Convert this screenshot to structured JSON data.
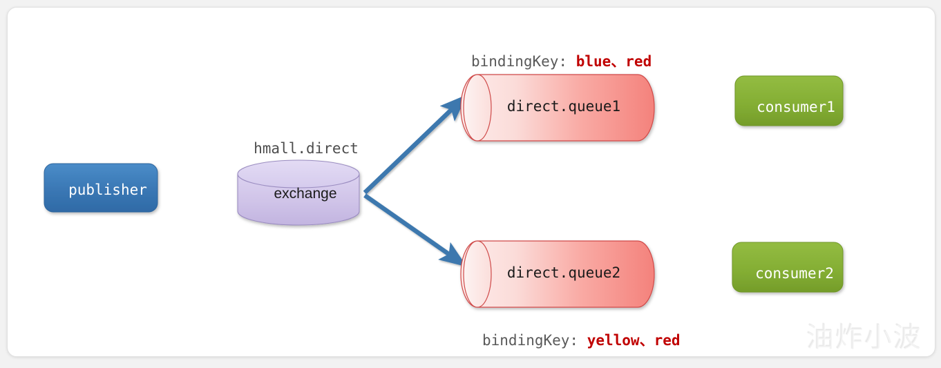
{
  "diagram": {
    "title": "RabbitMQ direct exchange routing diagram",
    "watermark": "油炸小波",
    "colors": {
      "arrow": "#3c78ae",
      "publisher_fill": "#3a78b5",
      "exchange_fill": "#cfc3e8",
      "queue_fill_light": "#fde9e8",
      "queue_fill_dark": "#f6857f",
      "queue_stroke": "#cf4a48",
      "consumer_fill": "#82ad32",
      "label_gray": "#595959",
      "key_red": "#c00000"
    },
    "nodes": {
      "publisher": {
        "label": "publisher",
        "shape": "rounded-rect"
      },
      "exchange": {
        "label": "exchange",
        "name": "hmall.direct",
        "shape": "cylinder"
      },
      "queue1": {
        "label": "direct.queue1",
        "shape": "horizontal-cylinder"
      },
      "queue2": {
        "label": "direct.queue2",
        "shape": "horizontal-cylinder"
      },
      "consumer1": {
        "label": "consumer1",
        "shape": "rounded-rect"
      },
      "consumer2": {
        "label": "consumer2",
        "shape": "rounded-rect"
      }
    },
    "bindings": {
      "top": {
        "prefix": "bindingKey: ",
        "keys": "blue、red"
      },
      "bottom": {
        "prefix": "bindingKey: ",
        "keys": "yellow、red"
      }
    },
    "edges": [
      {
        "from": "publisher",
        "to": "exchange"
      },
      {
        "from": "exchange",
        "to": "queue1"
      },
      {
        "from": "exchange",
        "to": "queue2"
      },
      {
        "from": "queue1",
        "to": "consumer1"
      },
      {
        "from": "queue2",
        "to": "consumer2"
      }
    ]
  }
}
